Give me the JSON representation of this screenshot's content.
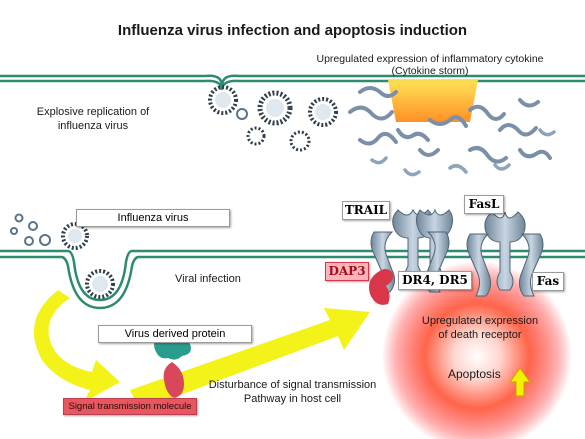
{
  "title": "Influenza virus infection and apoptosis induction",
  "labels": {
    "cytokine_line1": "Upregulated expression of inflammatory cytokine",
    "cytokine_line2": "(Cytokine storm)",
    "replication_line1": "Explosive replication of",
    "replication_line2": "influenza virus",
    "influenza_virus": "Influenza virus",
    "viral_infection": "Viral infection",
    "virus_derived_protein": "Virus derived protein",
    "signal_molecule": "Signal transmission molecule",
    "disturbance_line1": "Disturbance of signal transmission",
    "disturbance_line2": "Pathway in host cell",
    "death_receptor_line1": "Upregulated expression",
    "death_receptor_line2": "of death receptor",
    "apoptosis": "Apoptosis",
    "trail": "TRAIL",
    "dap3": "DAP3",
    "dr4_dr5": "DR4, DR5",
    "fasl": "FasL",
    "fas": "Fas"
  },
  "colors": {
    "membrane": "#2e8b6f",
    "arrow_yellow": "#f2f200",
    "cytokine_orange": "#ffa31a",
    "virus_dark": "#2f3e4c",
    "virus_light": "#8fb3c6",
    "receptor": "#8fa4b8",
    "dap3_red": "#d9364a",
    "apoptosis_glow": "#ff0000",
    "signal_red": "#d9485a",
    "protein_teal": "#2a9d8f"
  }
}
